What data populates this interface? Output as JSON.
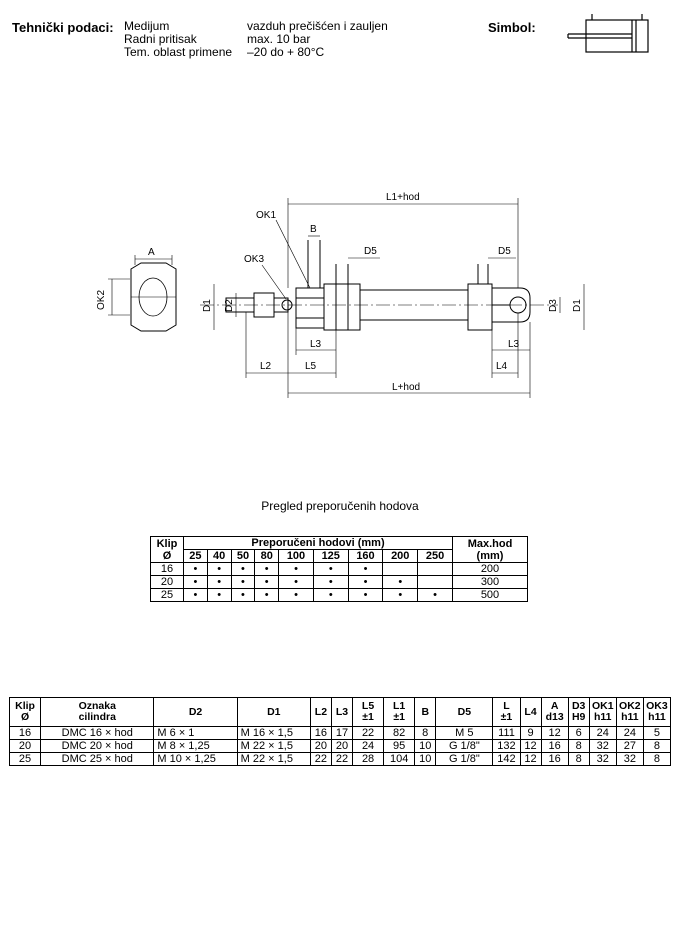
{
  "header": {
    "title": "Tehnički podaci:",
    "specs": [
      {
        "label": "Medijum",
        "value": "vazduh prečišćen i zauljen"
      },
      {
        "label": "Radni pritisak",
        "value": "max. 10 bar"
      },
      {
        "label": "Tem. oblast primene",
        "value": "–20 do + 80°C"
      }
    ],
    "symbol_label": "Simbol:"
  },
  "drawing": {
    "labels": {
      "l1hod": "L1+hod",
      "b": "B",
      "ok1": "OK1",
      "ok3": "OK3",
      "d5a": "D5",
      "d5b": "D5",
      "a": "A",
      "ok2": "OK2",
      "d1a": "D1",
      "d2": "D2",
      "d3": "D3",
      "d1b": "D1",
      "l3a": "L3",
      "l3b": "L3",
      "l2": "L2",
      "l5": "L5",
      "l4": "L4",
      "lhod": "L+hod"
    }
  },
  "table1": {
    "title": "Pregled preporučenih hodova",
    "col_klip": "Klip",
    "col_klip_sub": "Ø",
    "col_strokes": "Preporučeni hodovi (mm)",
    "col_max": "Max.hod",
    "col_max_sub": "(mm)",
    "strokes": [
      "25",
      "40",
      "50",
      "80",
      "100",
      "125",
      "160",
      "200",
      "250"
    ],
    "rows": [
      {
        "klip": "16",
        "marks": [
          "•",
          "•",
          "•",
          "•",
          "•",
          "•",
          "•",
          "",
          ""
        ],
        "max": "200"
      },
      {
        "klip": "20",
        "marks": [
          "•",
          "•",
          "•",
          "•",
          "•",
          "•",
          "•",
          "•",
          ""
        ],
        "max": "300"
      },
      {
        "klip": "25",
        "marks": [
          "•",
          "•",
          "•",
          "•",
          "•",
          "•",
          "•",
          "•",
          "•"
        ],
        "max": "500"
      }
    ]
  },
  "table2": {
    "headers": [
      [
        "Klip",
        "Ø"
      ],
      [
        "Oznaka",
        "cilindra"
      ],
      [
        "D2",
        ""
      ],
      [
        "D1",
        ""
      ],
      [
        "L2",
        ""
      ],
      [
        "L3",
        ""
      ],
      [
        "L5",
        "±1"
      ],
      [
        "L1",
        "±1"
      ],
      [
        "B",
        ""
      ],
      [
        "D5",
        ""
      ],
      [
        "L",
        "±1"
      ],
      [
        "L4",
        ""
      ],
      [
        "A",
        "d13"
      ],
      [
        "D3",
        "H9"
      ],
      [
        "OK1",
        "h11"
      ],
      [
        "OK2",
        "h11"
      ],
      [
        "OK3",
        "h11"
      ]
    ],
    "rows": [
      [
        "16",
        "DMC 16 × hod",
        "M 6 × 1",
        "M 16 × 1,5",
        "16",
        "17",
        "22",
        "82",
        "8",
        "M 5",
        "111",
        "9",
        "12",
        "6",
        "24",
        "24",
        "5"
      ],
      [
        "20",
        "DMC 20 × hod",
        "M 8 × 1,25",
        "M 22 × 1,5",
        "20",
        "20",
        "24",
        "95",
        "10",
        "G 1/8\"",
        "132",
        "12",
        "16",
        "8",
        "32",
        "27",
        "8"
      ],
      [
        "25",
        "DMC 25 × hod",
        "M 10 × 1,25",
        "M 22 × 1,5",
        "22",
        "22",
        "28",
        "104",
        "10",
        "G 1/8\"",
        "142",
        "12",
        "16",
        "8",
        "32",
        "32",
        "8"
      ]
    ]
  }
}
